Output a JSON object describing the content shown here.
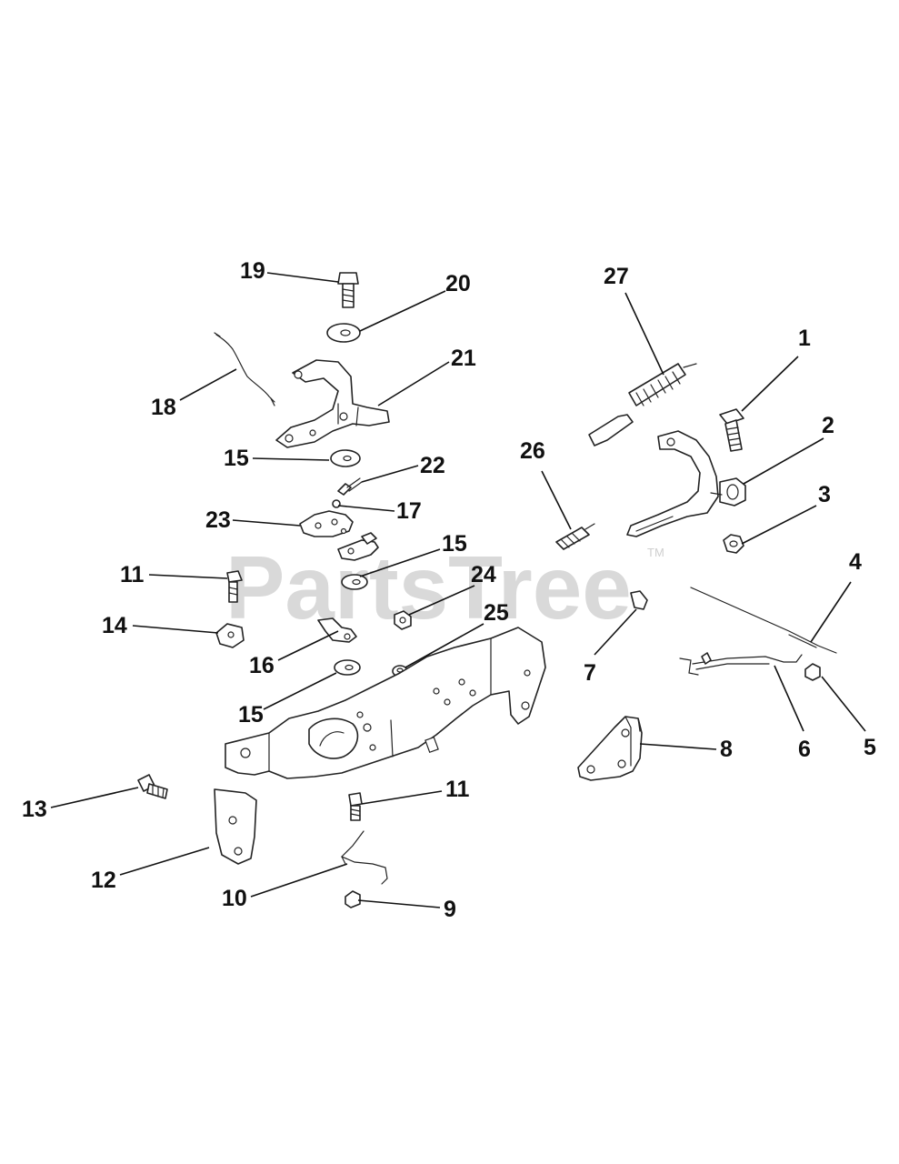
{
  "watermark": {
    "text": "PartsTree",
    "trademark": "TM"
  },
  "callouts": [
    {
      "id": "1",
      "label": "1"
    },
    {
      "id": "2",
      "label": "2"
    },
    {
      "id": "3",
      "label": "3"
    },
    {
      "id": "4",
      "label": "4"
    },
    {
      "id": "5",
      "label": "5"
    },
    {
      "id": "6",
      "label": "6"
    },
    {
      "id": "7",
      "label": "7"
    },
    {
      "id": "8",
      "label": "8"
    },
    {
      "id": "9",
      "label": "9"
    },
    {
      "id": "10",
      "label": "10"
    },
    {
      "id": "11a",
      "label": "11"
    },
    {
      "id": "11b",
      "label": "11"
    },
    {
      "id": "12",
      "label": "12"
    },
    {
      "id": "13",
      "label": "13"
    },
    {
      "id": "14",
      "label": "14"
    },
    {
      "id": "15a",
      "label": "15"
    },
    {
      "id": "15b",
      "label": "15"
    },
    {
      "id": "15c",
      "label": "15"
    },
    {
      "id": "16",
      "label": "16"
    },
    {
      "id": "17",
      "label": "17"
    },
    {
      "id": "18",
      "label": "18"
    },
    {
      "id": "19",
      "label": "19"
    },
    {
      "id": "20",
      "label": "20"
    },
    {
      "id": "21",
      "label": "21"
    },
    {
      "id": "22",
      "label": "22"
    },
    {
      "id": "23",
      "label": "23"
    },
    {
      "id": "24",
      "label": "24"
    },
    {
      "id": "25",
      "label": "25"
    },
    {
      "id": "26",
      "label": "26"
    },
    {
      "id": "27",
      "label": "27"
    }
  ]
}
